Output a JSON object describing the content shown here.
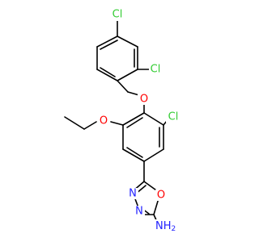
{
  "molecule": {
    "atom_labels": {
      "chlorine_1": "Cl",
      "chlorine_2": "Cl",
      "chlorine_3": "Cl",
      "ether_oxygen_1": "O",
      "ether_oxygen_2": "O",
      "ring_oxygen": "O",
      "ring_nitrogen_1": "N",
      "ring_nitrogen_2": "N",
      "amine": "NH",
      "amine_subscript": "2"
    },
    "colors": {
      "bond": "#000000",
      "chlorine": "#33cc33",
      "oxygen": "#ff0000",
      "nitrogen": "#1f1fff"
    }
  }
}
